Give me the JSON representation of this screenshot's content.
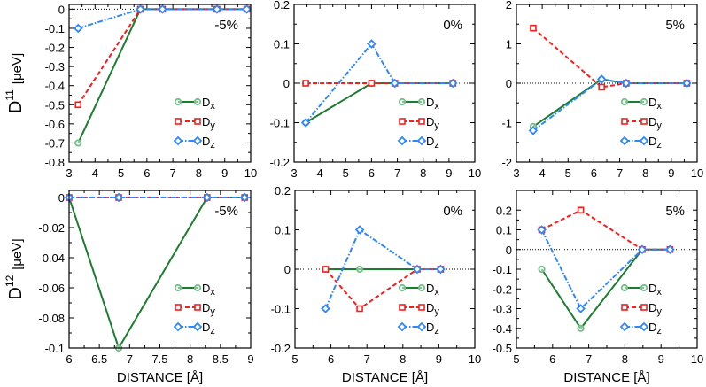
{
  "chart_data": [
    {
      "type": "line",
      "panel_label": "-5%",
      "xlabel": "",
      "ylabel": {
        "main": "D",
        "sup": "11",
        "unit": "[μeV]"
      },
      "xlim": [
        3,
        10
      ],
      "ylim": [
        -0.8,
        0.025
      ],
      "xticks": [
        "3",
        "4",
        "5",
        "6",
        "7",
        "8",
        "9",
        "10"
      ],
      "yticks": [
        "0",
        "-0.1",
        "-0.2",
        "-0.3",
        "-0.4",
        "-0.5",
        "-0.6",
        "-0.7",
        "-0.8"
      ],
      "zero_line": true,
      "legend": "bottom-right",
      "x": [
        3.35,
        5.75,
        6.6,
        8.7,
        9.85
      ],
      "series": [
        {
          "name": "Dx",
          "values": [
            -0.7,
            0,
            0,
            0,
            0
          ]
        },
        {
          "name": "Dy",
          "values": [
            -0.5,
            0,
            0,
            0,
            0
          ]
        },
        {
          "name": "Dz",
          "values": [
            -0.1,
            0,
            0,
            0,
            0
          ]
        }
      ]
    },
    {
      "type": "line",
      "panel_label": "0%",
      "xlabel": "",
      "ylabel": null,
      "xlim": [
        3,
        10
      ],
      "ylim": [
        -0.2,
        0.2
      ],
      "xticks": [
        "3",
        "4",
        "5",
        "6",
        "7",
        "8",
        "9",
        "10"
      ],
      "yticks": [
        "0.2",
        "0.1",
        "0",
        "-0.1",
        "-0.2"
      ],
      "zero_line": true,
      "legend": "bottom-right",
      "x": [
        3.45,
        6.0,
        6.9,
        9.15
      ],
      "series": [
        {
          "name": "Dx",
          "values": [
            -0.1,
            0,
            0,
            0
          ]
        },
        {
          "name": "Dy",
          "values": [
            0,
            0,
            0,
            0
          ]
        },
        {
          "name": "Dz",
          "values": [
            -0.1,
            0.1,
            0,
            0
          ]
        }
      ]
    },
    {
      "type": "line",
      "panel_label": "5%",
      "xlabel": "",
      "ylabel": null,
      "xlim": [
        3,
        10
      ],
      "ylim": [
        -2,
        2
      ],
      "xticks": [
        "3",
        "4",
        "5",
        "6",
        "7",
        "8",
        "9",
        "10"
      ],
      "yticks": [
        "2",
        "1",
        "0",
        "-1",
        "-2"
      ],
      "zero_line": true,
      "legend": "bottom-right",
      "x": [
        3.65,
        6.3,
        7.25,
        9.6
      ],
      "series": [
        {
          "name": "Dx",
          "values": [
            -1.1,
            0.1,
            0,
            0
          ]
        },
        {
          "name": "Dy",
          "values": [
            1.4,
            -0.1,
            0,
            0
          ]
        },
        {
          "name": "Dz",
          "values": [
            -1.2,
            0.1,
            0,
            0
          ]
        }
      ]
    },
    {
      "type": "line",
      "panel_label": "-5%",
      "xlabel": "DISTANCE [Å]",
      "ylabel": {
        "main": "D",
        "sup": "12",
        "unit": "[μeV]"
      },
      "xlim": [
        6,
        9
      ],
      "ylim": [
        -0.1,
        0.0047
      ],
      "xticks": [
        "6",
        "6.5",
        "7",
        "7.5",
        "8",
        "8.5",
        "9"
      ],
      "yticks": [
        "0",
        "-0.02",
        "-0.04",
        "-0.06",
        "-0.08",
        "-0.1"
      ],
      "zero_line": false,
      "legend": "bottom-right",
      "x": [
        6.0,
        6.82,
        8.28,
        8.9
      ],
      "series": [
        {
          "name": "Dx",
          "values": [
            0,
            -0.1,
            0,
            0
          ]
        },
        {
          "name": "Dy",
          "values": [
            0,
            0,
            0,
            0
          ]
        },
        {
          "name": "Dz",
          "values": [
            0,
            0,
            0,
            0
          ]
        }
      ]
    },
    {
      "type": "line",
      "panel_label": "0%",
      "xlabel": "DISTANCE [Å]",
      "ylabel": null,
      "xlim": [
        5,
        10
      ],
      "ylim": [
        -0.2,
        0.2
      ],
      "xticks": [
        "5",
        "6",
        "7",
        "8",
        "9",
        "10"
      ],
      "yticks": [
        "0.2",
        "0.1",
        "0",
        "-0.1",
        "-0.2"
      ],
      "zero_line": true,
      "legend": "bottom-right",
      "x": [
        5.85,
        6.8,
        8.4,
        9.05
      ],
      "series": [
        {
          "name": "Dx",
          "values": [
            0,
            0,
            0,
            0
          ]
        },
        {
          "name": "Dy",
          "values": [
            0,
            -0.1,
            0,
            0
          ]
        },
        {
          "name": "Dz",
          "values": [
            -0.1,
            0.1,
            0,
            0
          ]
        }
      ]
    },
    {
      "type": "line",
      "panel_label": "5%",
      "xlabel": "DISTANCE [Å]",
      "ylabel": null,
      "xlim": [
        5,
        10
      ],
      "ylim": [
        -0.5,
        0.3
      ],
      "xticks": [
        "5",
        "6",
        "7",
        "8",
        "9",
        "10"
      ],
      "yticks": [
        "0.2",
        "0.1",
        "0",
        "-0.1",
        "-0.2",
        "-0.3",
        "-0.4",
        "-0.5"
      ],
      "zero_line": true,
      "legend": "bottom-right",
      "x": [
        5.7,
        6.78,
        8.48,
        9.25
      ],
      "series": [
        {
          "name": "Dx",
          "values": [
            -0.1,
            -0.4,
            0,
            0
          ]
        },
        {
          "name": "Dy",
          "values": [
            0.1,
            0.2,
            0,
            0
          ]
        },
        {
          "name": "Dz",
          "values": [
            0.1,
            -0.3,
            0,
            0
          ]
        }
      ]
    }
  ],
  "series_style": {
    "Dx": {
      "line": "#1b7d2e",
      "marker": "#73c08a",
      "dash": "solid",
      "marker_shape": "circle"
    },
    "Dy": {
      "line": "#ff1a1a",
      "marker": "#ff1a1a",
      "dash": "dashed",
      "marker_shape": "square"
    },
    "Dz": {
      "line": "#2d86ff",
      "marker": "#2d86ff",
      "dash": "dash-dot",
      "marker_shape": "diamond"
    }
  }
}
